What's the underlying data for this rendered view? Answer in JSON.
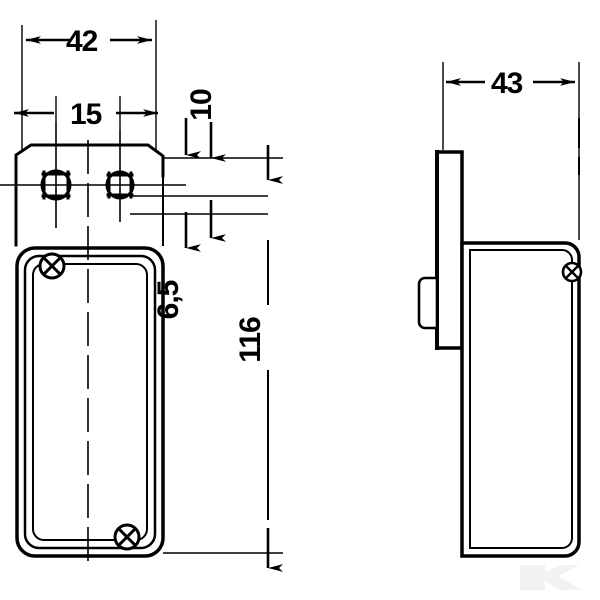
{
  "drawing": {
    "title": "Technical dimension drawing - lamp unit",
    "background_color": "#ffffff",
    "line_color": "#000000",
    "units": "mm",
    "views": [
      {
        "id": "front-view",
        "name": "front-view",
        "label": ""
      },
      {
        "id": "side-view",
        "name": "side-view",
        "label": ""
      }
    ]
  },
  "dimensions": {
    "width_overall": "42",
    "hole_spacing": "15",
    "slot_width": "10",
    "slot_height": "6,5",
    "height_overall": "116",
    "depth_overall": "43"
  },
  "watermark": {
    "label": "K",
    "color": "#f2f2f2"
  }
}
